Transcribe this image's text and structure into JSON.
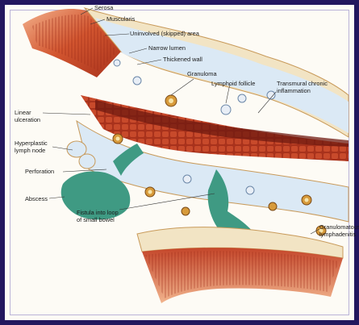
{
  "labels": {
    "serosa": "Serosa",
    "muscularis": "Muscularis",
    "uninvolved": "Uninvolved (skipped) area",
    "narrow_lumen": "Narrow lumen",
    "thickened_wall": "Thickened wall",
    "granuloma": "Granuloma",
    "lymphoid_follicle": "Lymphoid follicle",
    "transmural": "Transmural chronic\ninflammation",
    "linear_ulceration": "Linear\nulceration",
    "hyperplastic_node": "Hyperplastic\nlymph node",
    "perforation": "Perforation",
    "abscess": "Abscess",
    "fistula": "Fistula into loop\nof small bowel",
    "granulomatous_lymphadenitis": "Granulomatous\nlymphadenitis"
  },
  "colors": {
    "frame": "#23175e",
    "muscle": "#c4462a",
    "mucosa_ulcer": "#8e2316",
    "submucosa": "#dbe9f5",
    "serosa": "#f2e4c4",
    "abscess": "#3f9a83",
    "granuloma": "#d79a3a"
  }
}
